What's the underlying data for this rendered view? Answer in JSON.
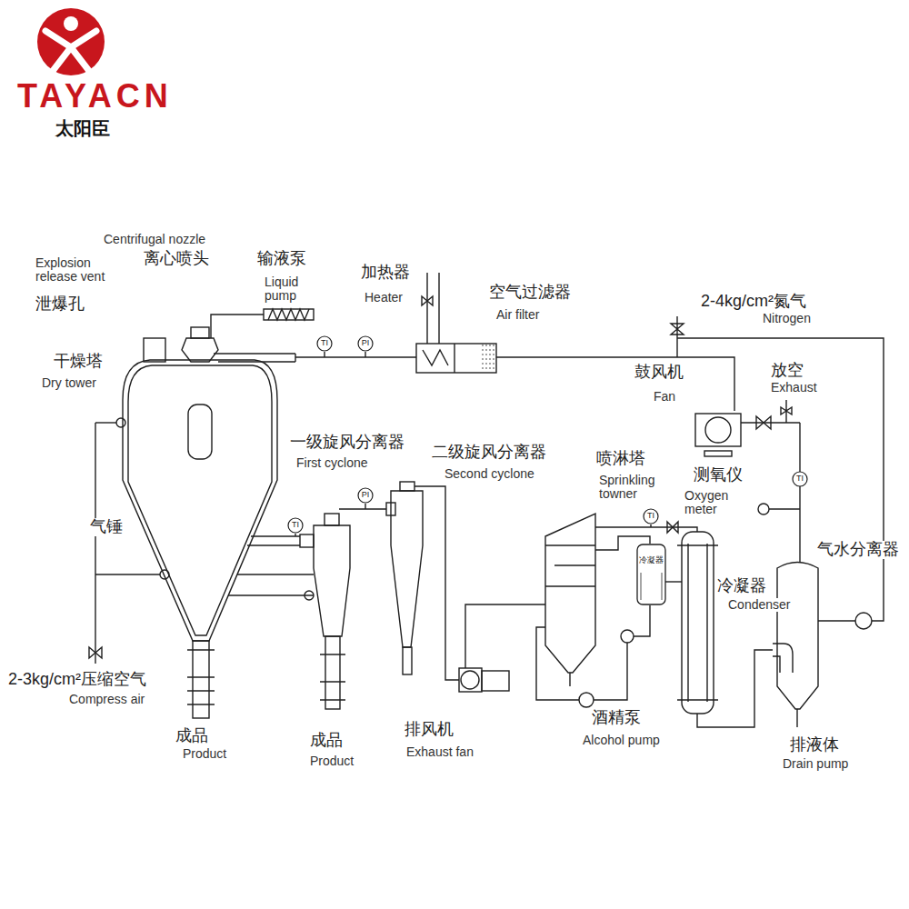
{
  "diagram": {
    "nodes": [
      {
        "text": [
          "TI"
        ]
      },
      {
        "text": [
          "PI"
        ]
      },
      {
        "text": [
          "TI"
        ]
      },
      {
        "text": [
          "PI"
        ]
      },
      {
        "text": [
          "TI"
        ]
      },
      {
        "text": [
          "TI"
        ]
      },
      {
        "text": [
          "冷凝器"
        ]
      }
    ],
    "labels": [
      "TAYACN",
      "太阳臣",
      "Centrifugal nozzle",
      "离心喷头",
      "输液泵",
      "Liquid pump",
      "Explosion release vent",
      "泄爆孔",
      "干燥塔",
      "Dry tower",
      "加热器",
      "Heater",
      "空气过滤器",
      "Air filter",
      "2-4kg/cm²氮气",
      "Nitrogen",
      "鼓风机",
      "Fan",
      "放空",
      "Exhaust",
      "一级旋风分离器",
      "First cyclone",
      "二级旋风分离器",
      "Second cyclone",
      "喷淋塔",
      "Sprinkling towner",
      "测氧仪",
      "Oxygen meter",
      "气水分离器",
      "冷凝器",
      "Condenser",
      "气锤",
      "2-3kg/cm²压缩空气",
      "Compress air",
      "成品",
      "Product",
      "成品",
      "Product",
      "排风机",
      "Exhaust fan",
      "酒精泵",
      "Alcohol pump",
      "排液体",
      "Drain pump"
    ]
  }
}
